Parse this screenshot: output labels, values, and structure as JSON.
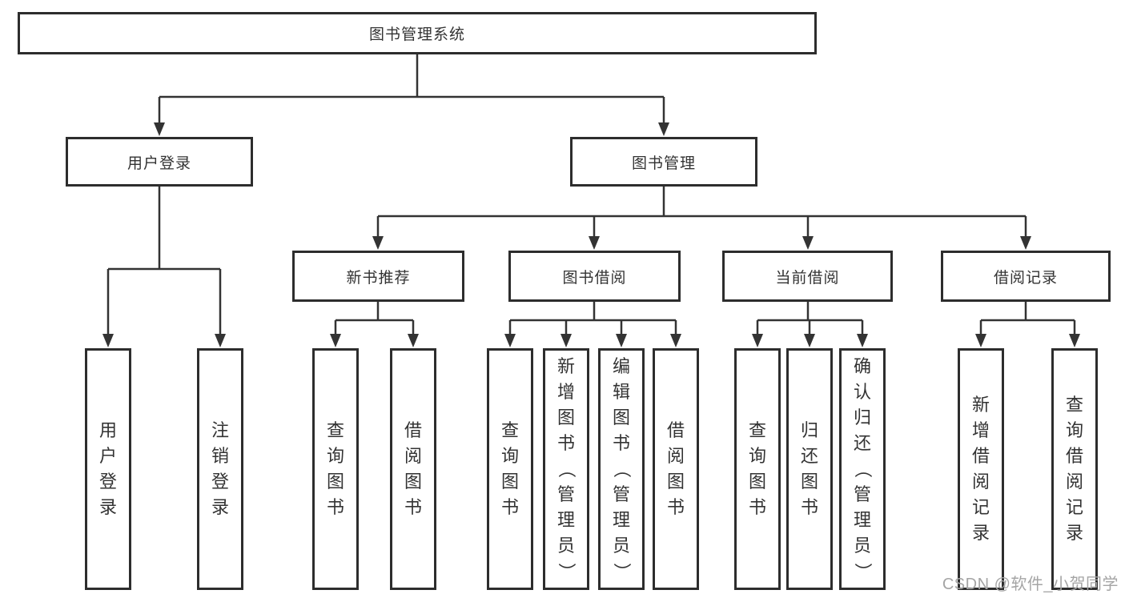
{
  "diagram": {
    "root": "图书管理系统",
    "level2": [
      "用户登录",
      "图书管理"
    ],
    "level3": [
      "新书推荐",
      "图书借阅",
      "当前借阅",
      "借阅记录"
    ],
    "leaves": [
      "用户登录",
      "注销登录",
      "查询图书",
      "借阅图书",
      "查询图书",
      "新增图书（管理员）",
      "编辑图书（管理员）",
      "借阅图书",
      "查询图书",
      "归还图书",
      "确认归还（管理员）",
      "新增借阅记录",
      "查询借阅记录"
    ]
  },
  "colors": {
    "line": "#333333",
    "border": "#2d2d2d",
    "text": "#333333",
    "watermark": "#a5a5a5"
  },
  "watermark": "CSDN @软件_小贺同学"
}
